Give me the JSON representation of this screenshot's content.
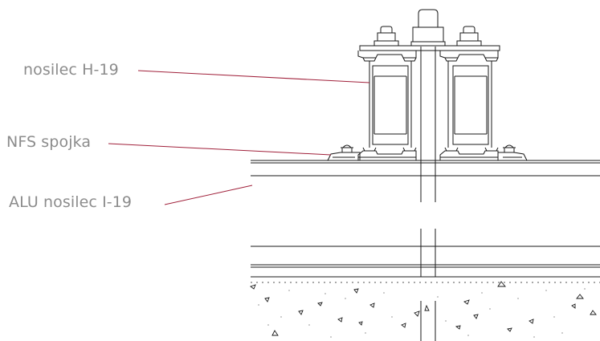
{
  "labels": {
    "nosilec_h19": "nosilec H-19",
    "nfs_spojka": "NFS spojka",
    "alu_nosilec_i19": "ALU nosilec I-19"
  },
  "colors": {
    "leader": "#a0203a",
    "line": "#1a1a1a",
    "label_text": "#8c8c8c",
    "background": "#ffffff"
  }
}
